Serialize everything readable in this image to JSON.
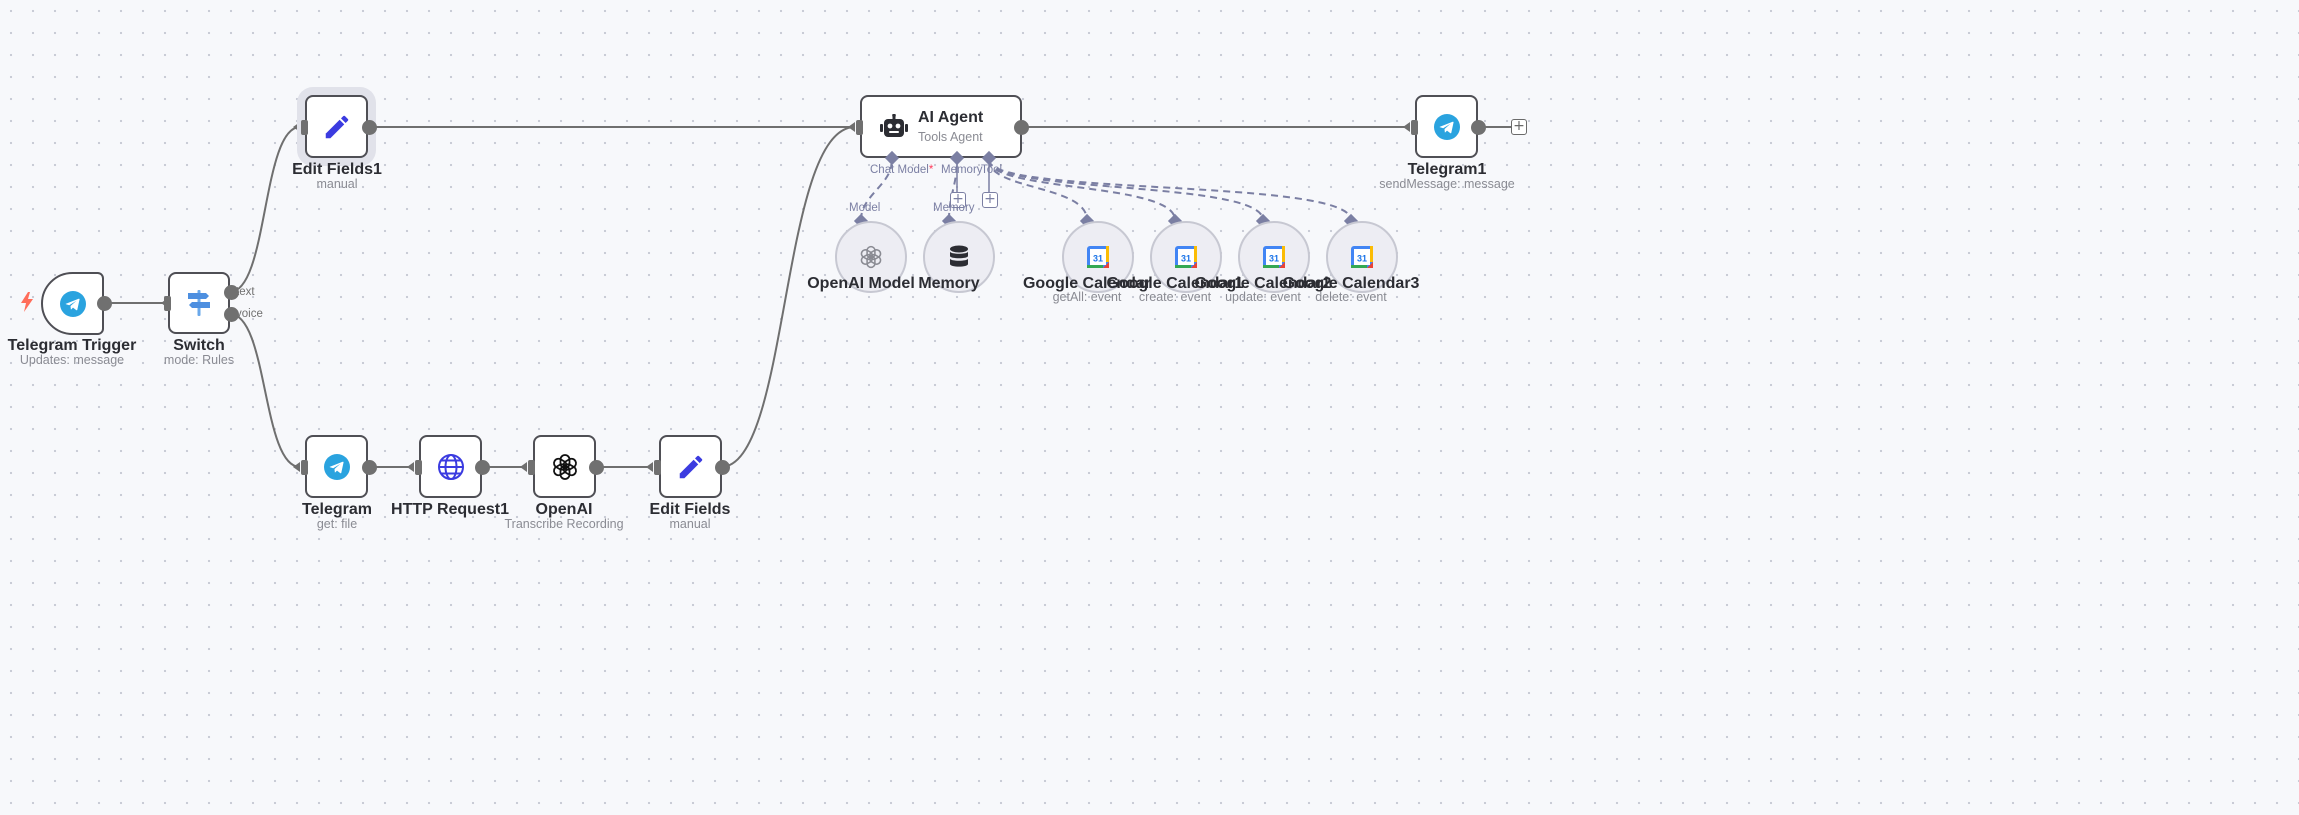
{
  "workflow": {
    "nodes": {
      "telegram_trigger": {
        "label": "Telegram Trigger",
        "sublabel": "Updates: message",
        "icon": "telegram-icon"
      },
      "switch": {
        "label": "Switch",
        "sublabel": "mode: Rules",
        "icon": "signpost-icon",
        "outputs": [
          "text",
          "voice"
        ]
      },
      "edit_fields1": {
        "label": "Edit Fields1",
        "sublabel": "manual",
        "icon": "pencil-icon"
      },
      "telegram": {
        "label": "Telegram",
        "sublabel": "get: file",
        "icon": "telegram-icon"
      },
      "http_request1": {
        "label": "HTTP Request1",
        "sublabel": "",
        "icon": "globe-icon"
      },
      "openai": {
        "label": "OpenAI",
        "sublabel": "Transcribe Recording",
        "icon": "openai-icon"
      },
      "edit_fields": {
        "label": "Edit Fields",
        "sublabel": "manual",
        "icon": "pencil-icon"
      },
      "ai_agent": {
        "label": "AI Agent",
        "sublabel": "Tools Agent",
        "icon": "robot-icon",
        "ports": {
          "chat_model": "Chat Model",
          "chat_model_required": "*",
          "memory": "Memory",
          "tool": "Tool"
        }
      },
      "telegram1": {
        "label": "Telegram1",
        "sublabel": "sendMessage: message",
        "icon": "telegram-icon"
      },
      "openai_model": {
        "label": "OpenAI Model",
        "sublabel": "",
        "port": "Model",
        "icon": "openai-icon"
      },
      "memory": {
        "label": "Memory",
        "sublabel": "",
        "port": "Memory",
        "icon": "database-icon"
      },
      "google_calendar": {
        "label": "Google Calendar",
        "sublabel": "getAll: event",
        "icon": "google-calendar-icon"
      },
      "google_calendar1": {
        "label": "Google Calendar1",
        "sublabel": "create: event",
        "icon": "google-calendar-icon"
      },
      "google_calendar2": {
        "label": "Google Calendar2",
        "sublabel": "update: event",
        "icon": "google-calendar-icon"
      },
      "google_calendar3": {
        "label": "Google Calendar3",
        "sublabel": "delete: event",
        "icon": "google-calendar-icon"
      }
    },
    "calendar_day": "31",
    "colors": {
      "edge": "#6f6f6f",
      "sub_edge": "#7b7fa3",
      "node_border": "#4f4f55",
      "telegram": "#2aa3df",
      "pencil": "#3b3be0",
      "trigger_bolt": "#ff6d5a",
      "required": "#ff3a5a"
    }
  }
}
